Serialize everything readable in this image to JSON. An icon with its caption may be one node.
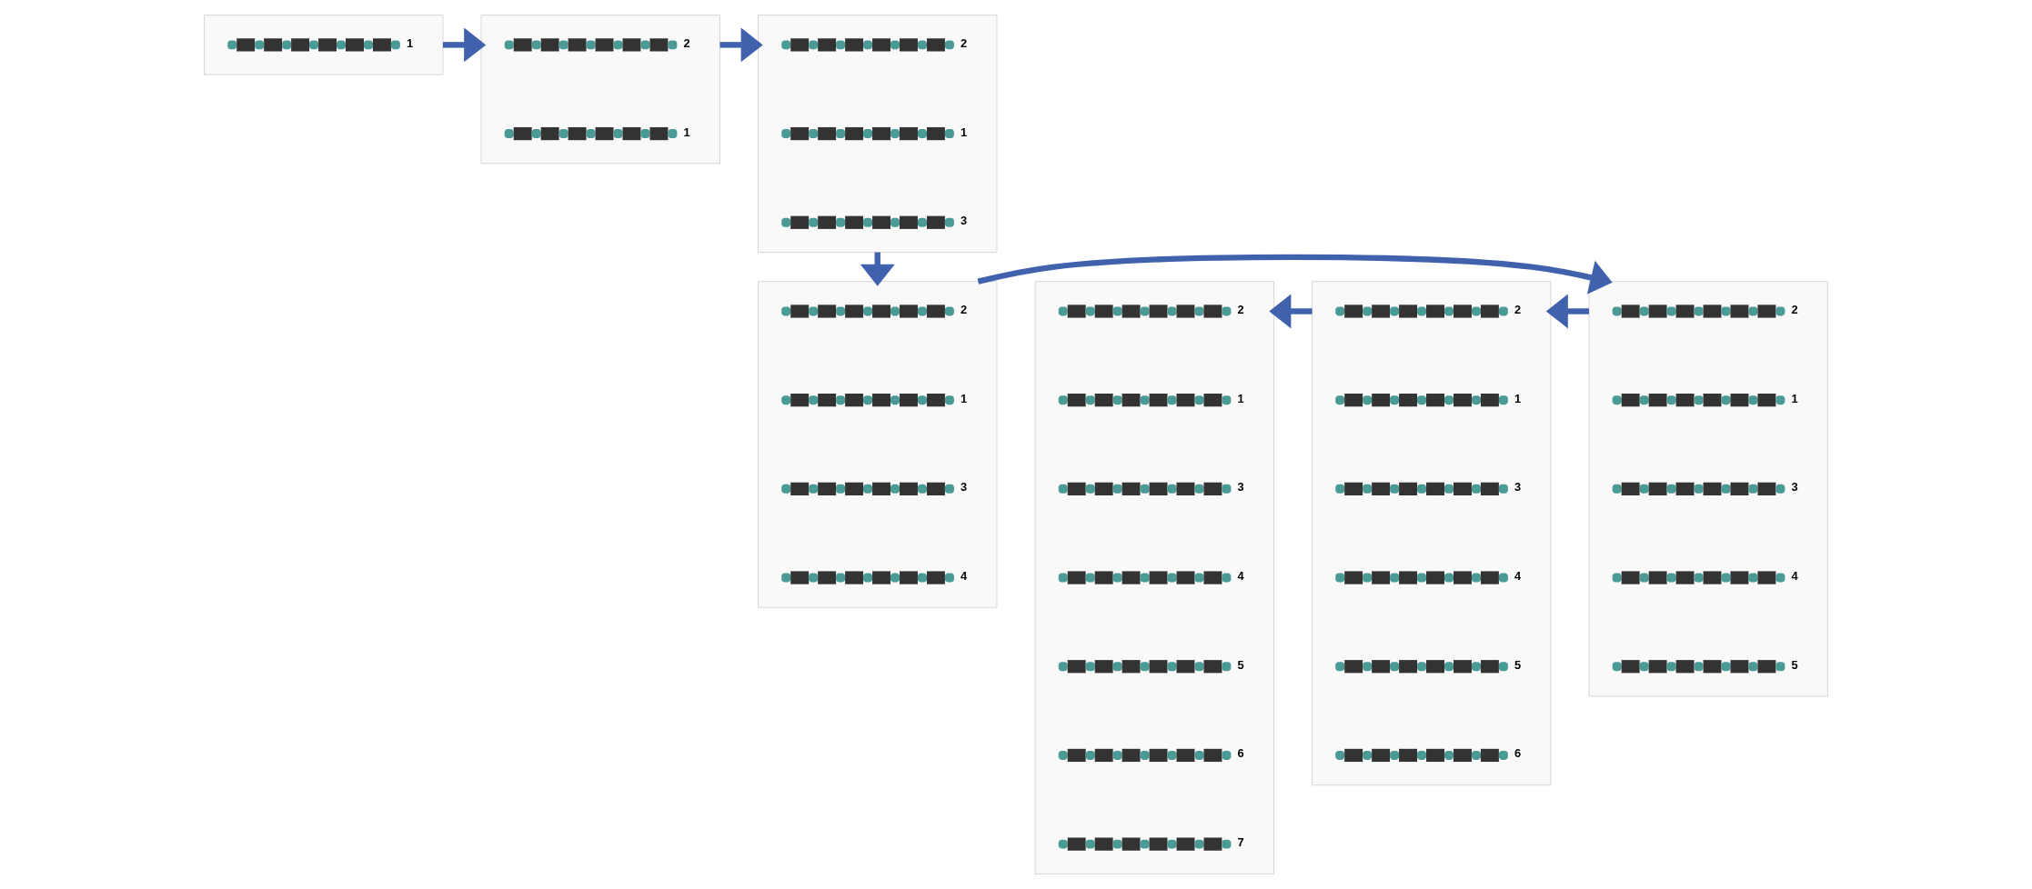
{
  "diagram": {
    "nodes": [
      {
        "text": [],
        "shape": "box"
      },
      {
        "text": [],
        "shape": "bar",
        "beside": [
          "1"
        ],
        "in": 0
      },
      {
        "text": [],
        "shape": "box"
      },
      {
        "text": [],
        "shape": "bar",
        "beside": [
          "2"
        ],
        "in": 2
      },
      {
        "text": [],
        "shape": "bar",
        "beside": [
          "1"
        ],
        "in": 2
      },
      {
        "text": [],
        "shape": "box"
      },
      {
        "text": [],
        "shape": "bar",
        "beside": [
          "2"
        ],
        "in": 5
      },
      {
        "text": [],
        "shape": "bar",
        "beside": [
          "1"
        ],
        "in": 5
      },
      {
        "text": [],
        "shape": "bar",
        "beside": [
          "3"
        ],
        "in": 5
      },
      {
        "text": [],
        "shape": "box"
      },
      {
        "text": [],
        "shape": "bar",
        "beside": [
          "2"
        ],
        "in": 9
      },
      {
        "text": [],
        "shape": "bar",
        "beside": [
          "1"
        ],
        "in": 9
      },
      {
        "text": [],
        "shape": "bar",
        "beside": [
          "3"
        ],
        "in": 9
      },
      {
        "text": [],
        "shape": "bar",
        "beside": [
          "4"
        ],
        "in": 9
      },
      {
        "text": [],
        "shape": "box"
      },
      {
        "text": [],
        "shape": "bar",
        "beside": [
          "2"
        ],
        "in": 14
      },
      {
        "text": [],
        "shape": "bar",
        "beside": [
          "1"
        ],
        "in": 14
      },
      {
        "text": [],
        "shape": "bar",
        "beside": [
          "3"
        ],
        "in": 14
      },
      {
        "text": [],
        "shape": "bar",
        "beside": [
          "4"
        ],
        "in": 14
      },
      {
        "text": [],
        "shape": "bar",
        "beside": [
          "5"
        ],
        "in": 14
      },
      {
        "text": [],
        "shape": "box"
      },
      {
        "text": [],
        "shape": "bar",
        "beside": [
          "2"
        ],
        "in": 20
      },
      {
        "text": [],
        "shape": "bar",
        "beside": [
          "1"
        ],
        "in": 20
      },
      {
        "text": [],
        "shape": "bar",
        "beside": [
          "3"
        ],
        "in": 20
      },
      {
        "text": [],
        "shape": "bar",
        "beside": [
          "4"
        ],
        "in": 20
      },
      {
        "text": [],
        "shape": "bar",
        "beside": [
          "5"
        ],
        "in": 20
      },
      {
        "text": [],
        "shape": "bar",
        "beside": [
          "6"
        ],
        "in": 20
      },
      {
        "text": [],
        "shape": "box"
      },
      {
        "text": [],
        "shape": "bar",
        "beside": [
          "2"
        ],
        "in": 27
      },
      {
        "text": [],
        "shape": "bar",
        "beside": [
          "1"
        ],
        "in": 27
      },
      {
        "text": [],
        "shape": "bar",
        "beside": [
          "3"
        ],
        "in": 27
      },
      {
        "text": [],
        "shape": "bar",
        "beside": [
          "4"
        ],
        "in": 27
      },
      {
        "text": [],
        "shape": "bar",
        "beside": [
          "5"
        ],
        "in": 27
      },
      {
        "text": [],
        "shape": "bar",
        "beside": [
          "6"
        ],
        "in": 27
      },
      {
        "text": [],
        "shape": "bar",
        "beside": [
          "7"
        ],
        "in": 27
      }
    ],
    "edges": [
      {
        "from": 0,
        "to": 2,
        "arrow": "to"
      },
      {
        "from": 2,
        "to": 5,
        "arrow": "to"
      },
      {
        "from": 5,
        "to": 9,
        "arrow": "to"
      },
      {
        "from": 9,
        "to": 14,
        "arrow": "to"
      },
      {
        "from": 14,
        "to": 20,
        "arrow": "to"
      },
      {
        "from": 20,
        "to": 27,
        "arrow": "to"
      }
    ]
  }
}
